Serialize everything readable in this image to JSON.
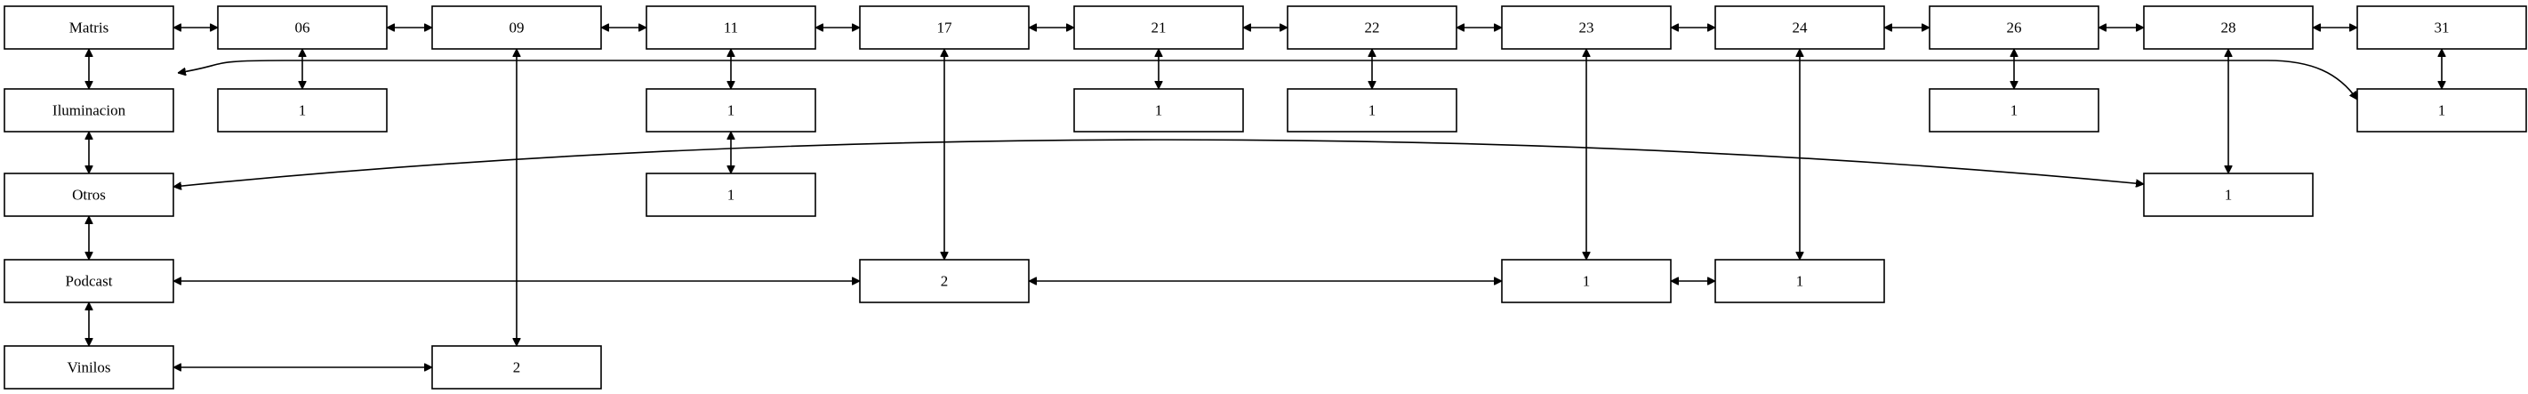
{
  "diagram": {
    "nodes": [
      {
        "id": "matris",
        "label": "Matris"
      },
      {
        "id": "n06",
        "label": "06"
      },
      {
        "id": "n09",
        "label": "09"
      },
      {
        "id": "n11",
        "label": "11"
      },
      {
        "id": "n17",
        "label": "17"
      },
      {
        "id": "n21",
        "label": "21"
      },
      {
        "id": "n22",
        "label": "22"
      },
      {
        "id": "n23",
        "label": "23"
      },
      {
        "id": "n24",
        "label": "24"
      },
      {
        "id": "n26",
        "label": "26"
      },
      {
        "id": "n28",
        "label": "28"
      },
      {
        "id": "n31",
        "label": "31"
      },
      {
        "id": "iluminacion",
        "label": "Iluminacion"
      },
      {
        "id": "otros",
        "label": "Otros"
      },
      {
        "id": "podcast",
        "label": "Podcast"
      },
      {
        "id": "vinilos",
        "label": "Vinilos"
      },
      {
        "id": "c06",
        "label": "1"
      },
      {
        "id": "c11a",
        "label": "1"
      },
      {
        "id": "c21",
        "label": "1"
      },
      {
        "id": "c22",
        "label": "1"
      },
      {
        "id": "c26",
        "label": "1"
      },
      {
        "id": "c31",
        "label": "1"
      },
      {
        "id": "c11b",
        "label": "1"
      },
      {
        "id": "c28",
        "label": "1"
      },
      {
        "id": "c17",
        "label": "2"
      },
      {
        "id": "c23",
        "label": "1"
      },
      {
        "id": "c24",
        "label": "1"
      },
      {
        "id": "c09",
        "label": "2"
      }
    ],
    "edges": [
      {
        "from": "matris",
        "to": "n06"
      },
      {
        "from": "n06",
        "to": "n09"
      },
      {
        "from": "n09",
        "to": "n11"
      },
      {
        "from": "n11",
        "to": "n17"
      },
      {
        "from": "n17",
        "to": "n21"
      },
      {
        "from": "n21",
        "to": "n22"
      },
      {
        "from": "n22",
        "to": "n23"
      },
      {
        "from": "n23",
        "to": "n24"
      },
      {
        "from": "n24",
        "to": "n26"
      },
      {
        "from": "n26",
        "to": "n28"
      },
      {
        "from": "n28",
        "to": "n31"
      },
      {
        "from": "matris",
        "to": "iluminacion"
      },
      {
        "from": "iluminacion",
        "to": "otros"
      },
      {
        "from": "otros",
        "to": "podcast"
      },
      {
        "from": "podcast",
        "to": "vinilos"
      },
      {
        "from": "n06",
        "to": "c06"
      },
      {
        "from": "n11",
        "to": "c11a"
      },
      {
        "from": "c11a",
        "to": "c11b"
      },
      {
        "from": "n21",
        "to": "c21"
      },
      {
        "from": "n22",
        "to": "c22"
      },
      {
        "from": "n26",
        "to": "c26"
      },
      {
        "from": "n31",
        "to": "c31"
      },
      {
        "from": "n28",
        "to": "c28"
      },
      {
        "from": "n17",
        "to": "c17"
      },
      {
        "from": "n23",
        "to": "c23"
      },
      {
        "from": "n24",
        "to": "c24"
      },
      {
        "from": "n09",
        "to": "c09"
      },
      {
        "from": "podcast",
        "to": "c17"
      },
      {
        "from": "c17",
        "to": "c23"
      },
      {
        "from": "c23",
        "to": "c24"
      },
      {
        "from": "vinilos",
        "to": "c09"
      },
      {
        "from": "iluminacion",
        "to": "c31"
      },
      {
        "from": "otros",
        "to": "c28"
      }
    ]
  }
}
